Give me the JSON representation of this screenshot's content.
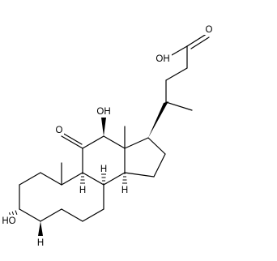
{
  "molecule": {
    "labels": {
      "acid_o": "O",
      "acid_oh": "OH",
      "hydroxyl_12": "OH",
      "ketone_o": "O",
      "hydroxyl_3": "HO",
      "h_5": "H",
      "h_9": "H",
      "h_8": "H",
      "h_14": "H"
    }
  }
}
